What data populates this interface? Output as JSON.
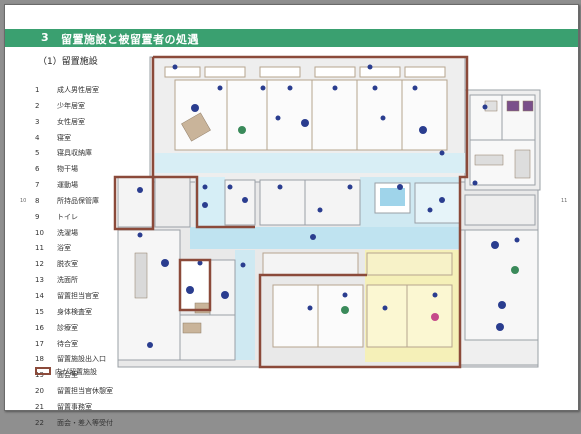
{
  "header": {
    "number": "3",
    "title": "留置施設と被留置者の処遇"
  },
  "subtitle": "（1）留置施設",
  "legend": [
    {
      "num": "1",
      "label": "成人男性居室"
    },
    {
      "num": "2",
      "label": "少年居室"
    },
    {
      "num": "3",
      "label": "女性居室"
    },
    {
      "num": "4",
      "label": "寝室"
    },
    {
      "num": "5",
      "label": "寝具収納庫"
    },
    {
      "num": "6",
      "label": "物干場"
    },
    {
      "num": "7",
      "label": "運動場"
    },
    {
      "num": "8",
      "label": "所持品保管庫"
    },
    {
      "num": "9",
      "label": "トイレ"
    },
    {
      "num": "10",
      "label": "洗濯場"
    },
    {
      "num": "11",
      "label": "浴室"
    },
    {
      "num": "12",
      "label": "脱衣室"
    },
    {
      "num": "13",
      "label": "洗面所"
    },
    {
      "num": "14",
      "label": "留置担当官室"
    },
    {
      "num": "15",
      "label": "身体検査室"
    },
    {
      "num": "16",
      "label": "診療室"
    },
    {
      "num": "17",
      "label": "待合室"
    },
    {
      "num": "18",
      "label": "留置施設出入口"
    },
    {
      "num": "19",
      "label": "面会室"
    },
    {
      "num": "20",
      "label": "留置担当官休憩室"
    },
    {
      "num": "21",
      "label": "留置事務室"
    },
    {
      "num": "22",
      "label": "面会・差入等受付"
    }
  ],
  "key_label": "内が留置施設",
  "page_marks": {
    "left": "10",
    "right": "11"
  },
  "colors": {
    "header": "#3aa070",
    "boundary": "#8b4a3a",
    "corridor": "#bfe3f0",
    "women_zone": "#f5f0b8",
    "wall": "#9aa0a6"
  }
}
